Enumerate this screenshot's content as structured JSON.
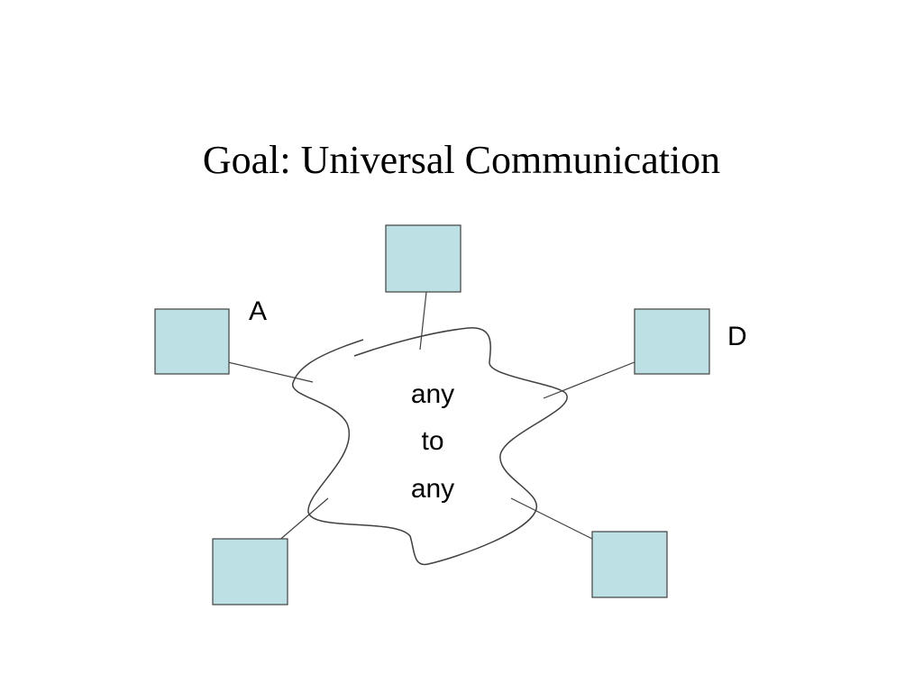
{
  "title": "Goal: Universal Communication",
  "diagram": {
    "colors": {
      "node_fill": "#bde0e4",
      "stroke": "#404040"
    },
    "nodes": [
      {
        "id": "top",
        "label": ""
      },
      {
        "id": "a",
        "label": "A"
      },
      {
        "id": "d",
        "label": "D"
      },
      {
        "id": "bottom-left",
        "label": ""
      },
      {
        "id": "bottom-right",
        "label": ""
      }
    ],
    "cloud": {
      "lines": [
        "any",
        "to",
        "any"
      ]
    }
  }
}
